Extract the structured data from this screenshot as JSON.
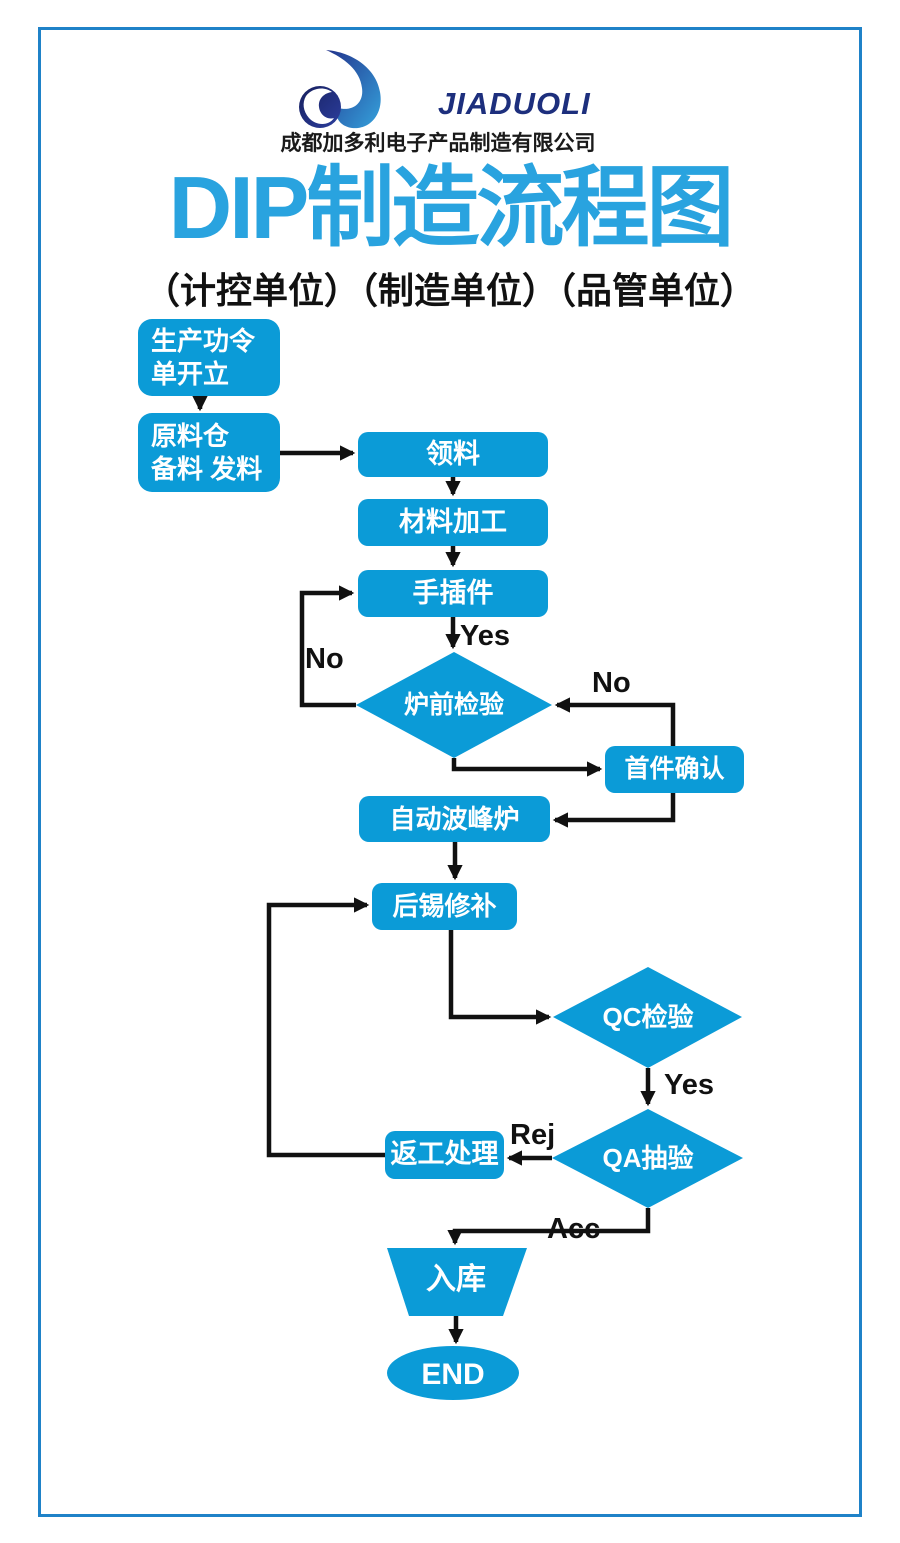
{
  "header": {
    "logo_text": "JIADUOLI",
    "company_name": "成都加多利电子产品制造有限公司",
    "title": "DIP制造流程图",
    "subtitle": "（计控单位）（制造单位）（品管单位）"
  },
  "colors": {
    "node_blue": "#0B9BD7",
    "title_blue": "#29A3DF",
    "frame_blue": "#1F82C8",
    "logo_navy": "#1D2F7D",
    "line_black": "#111111"
  },
  "nodes": {
    "production_order": {
      "label": "生产功令\n单开立",
      "shape": "rect"
    },
    "material_prep": {
      "label": "原料仓\n备料 发料",
      "shape": "rect"
    },
    "pick_material": {
      "label": "领料",
      "shape": "rect"
    },
    "material_processing": {
      "label": "材料加工",
      "shape": "rect"
    },
    "hand_insert": {
      "label": "手插件",
      "shape": "rect"
    },
    "pre_furnace_inspection": {
      "label": "炉前检验",
      "shape": "diamond"
    },
    "first_article_confirm": {
      "label": "首件确认",
      "shape": "rect"
    },
    "wave_solder": {
      "label": "自动波峰炉",
      "shape": "rect"
    },
    "solder_repair": {
      "label": "后锡修补",
      "shape": "rect"
    },
    "qc_inspection": {
      "label": "QC检验",
      "shape": "diamond"
    },
    "qa_sampling": {
      "label": "QA抽验",
      "shape": "diamond"
    },
    "rework": {
      "label": "返工处理",
      "shape": "rect"
    },
    "warehouse_in": {
      "label": "入库",
      "shape": "trapezoid"
    },
    "end": {
      "label": "END",
      "shape": "ellipse"
    }
  },
  "edge_labels": {
    "yes_to_furnace": "Yes",
    "no_to_hand_insert": "No",
    "no_from_first_article": "No",
    "yes_to_qa": "Yes",
    "rej_to_rework": "Rej",
    "acc_to_warehouse": "Acc"
  },
  "edges": [
    {
      "from": "production_order",
      "to": "material_prep",
      "label": ""
    },
    {
      "from": "material_prep",
      "to": "pick_material",
      "label": ""
    },
    {
      "from": "pick_material",
      "to": "material_processing",
      "label": ""
    },
    {
      "from": "material_processing",
      "to": "hand_insert",
      "label": ""
    },
    {
      "from": "hand_insert",
      "to": "pre_furnace_inspection",
      "label": "Yes"
    },
    {
      "from": "pre_furnace_inspection",
      "to": "hand_insert",
      "label": "No"
    },
    {
      "from": "pre_furnace_inspection",
      "to": "first_article_confirm",
      "label": ""
    },
    {
      "from": "first_article_confirm",
      "to": "pre_furnace_inspection",
      "label": "No"
    },
    {
      "from": "first_article_confirm",
      "to": "wave_solder",
      "label": ""
    },
    {
      "from": "wave_solder",
      "to": "solder_repair",
      "label": ""
    },
    {
      "from": "solder_repair",
      "to": "qc_inspection",
      "label": ""
    },
    {
      "from": "qc_inspection",
      "to": "qa_sampling",
      "label": "Yes"
    },
    {
      "from": "qa_sampling",
      "to": "rework",
      "label": "Rej"
    },
    {
      "from": "rework",
      "to": "solder_repair",
      "label": ""
    },
    {
      "from": "qa_sampling",
      "to": "warehouse_in",
      "label": "Acc"
    },
    {
      "from": "warehouse_in",
      "to": "end",
      "label": ""
    }
  ]
}
